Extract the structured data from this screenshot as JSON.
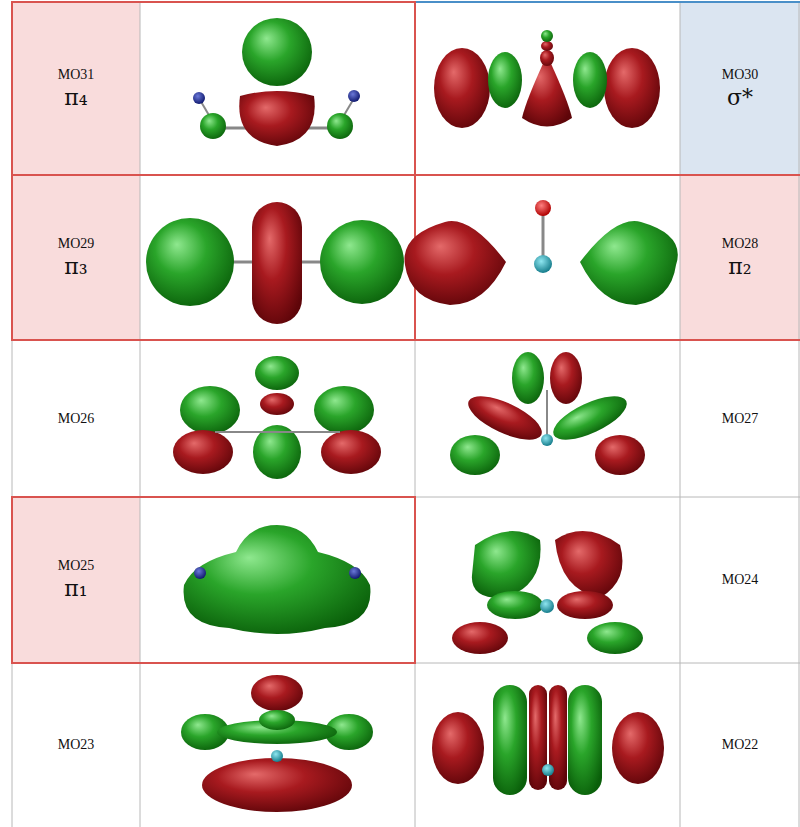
{
  "diagram": {
    "labels": [
      "MO31",
      "π₄",
      "MO30",
      "σ*",
      "MO29",
      "π₃",
      "MO28",
      "π₂",
      "MO26",
      "MO27",
      "MO25",
      "π₁",
      "MO24",
      "MO23",
      "MO22"
    ]
  }
}
